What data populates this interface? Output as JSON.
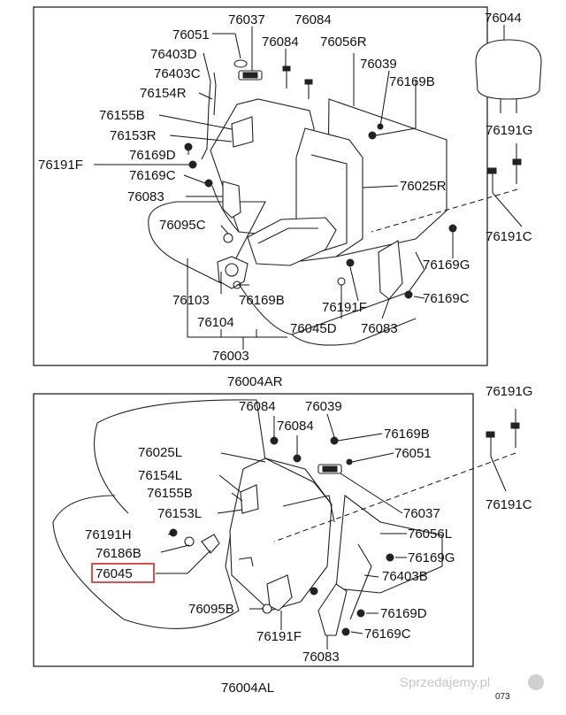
{
  "labels": {
    "top": {
      "p76037": "76037",
      "p76084a": "76084",
      "p76044": "76044",
      "p76051": "76051",
      "p76084b": "76084",
      "p76056R": "76056R",
      "p76403D": "76403D",
      "p76039": "76039",
      "p76403C": "76403C",
      "p76169B": "76169B",
      "p76154R": "76154R",
      "p76155B": "76155B",
      "p76191G": "76191G",
      "p76153R": "76153R",
      "p76169D": "76169D",
      "p76191F": "76191F",
      "p76169C": "76169C",
      "p76025R": "76025R",
      "p76083": "76083",
      "p76095C": "76095C",
      "p76191C": "76191C",
      "p76169G": "76169G",
      "p76169C2": "76169C",
      "p76103": "76103",
      "p76169B2": "76169B",
      "p76191F2": "76191F",
      "p76104": "76104",
      "p76045D": "76045D",
      "p76083b": "76083",
      "p76003": "76003",
      "p76004AR": "76004AR"
    },
    "bottom": {
      "p76191G": "76191G",
      "p76084": "76084",
      "p76039": "76039",
      "p76084b": "76084",
      "p76169B": "76169B",
      "p76025L": "76025L",
      "p76051": "76051",
      "p76154L": "76154L",
      "p76155B": "76155B",
      "p76191C": "76191C",
      "p76153L": "76153L",
      "p76037": "76037",
      "p76191H": "76191H",
      "p76056L": "76056L",
      "p76186B": "76186B",
      "p76169G": "76169G",
      "p76045": "76045",
      "p76403B": "76403B",
      "p76095B": "76095B",
      "p76169D": "76169D",
      "p76191F": "76191F",
      "p76169C": "76169C",
      "p76083": "76083",
      "p76004AL": "76004AL"
    }
  },
  "highlight_color": "#e02020",
  "watermark": "Sprzedajemy.pl",
  "corner_code": "073"
}
